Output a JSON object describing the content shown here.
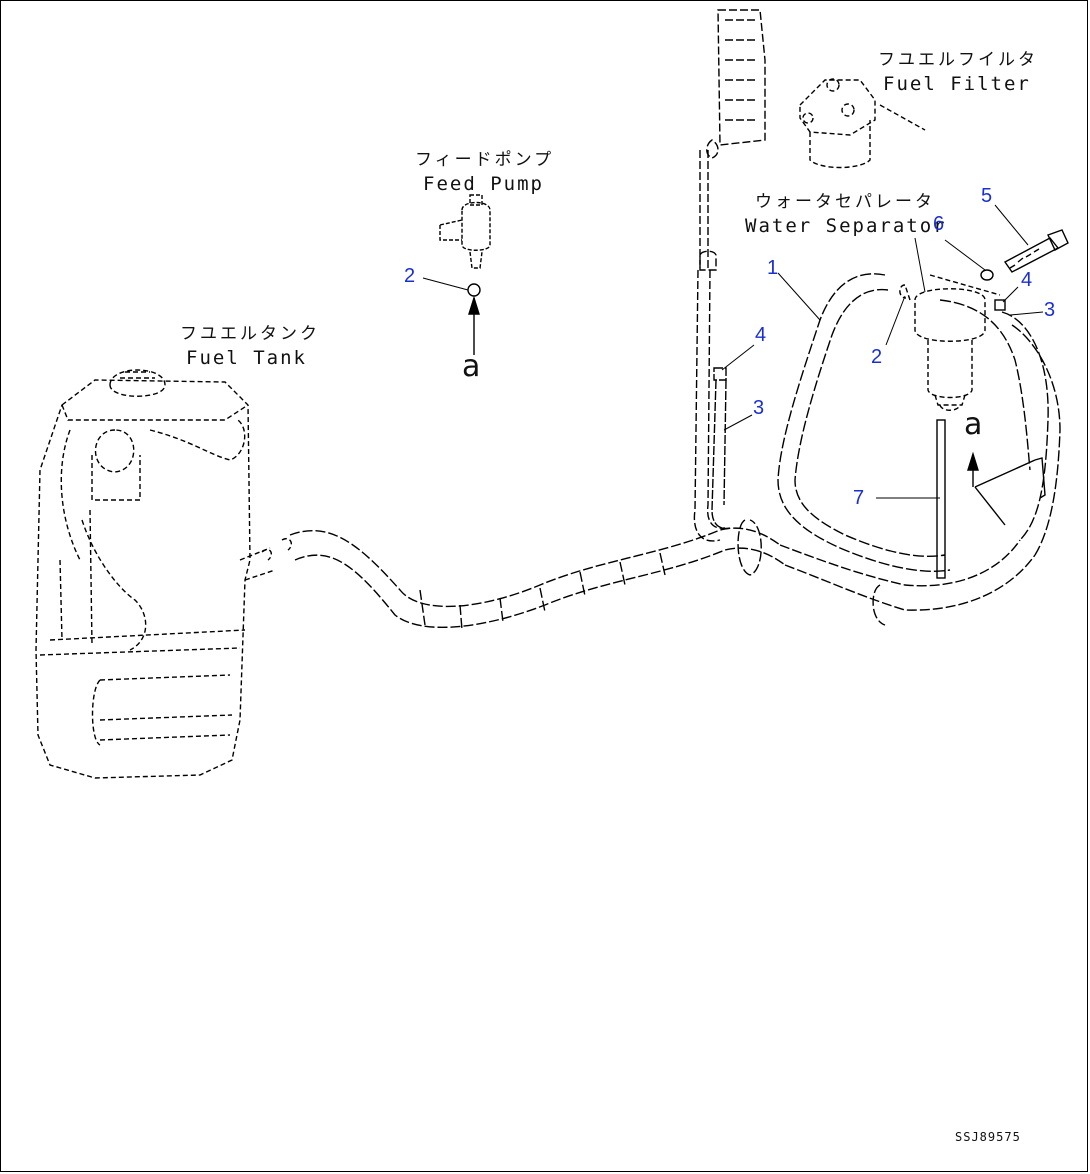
{
  "components": {
    "fuel_filter": {
      "jp": "フユエルフイルタ",
      "en": "Fuel Filter"
    },
    "feed_pump": {
      "jp": "フィードポンプ",
      "en": "Feed Pump"
    },
    "water_separator": {
      "jp": "ウォータセパレータ",
      "en": "Water Separator"
    },
    "fuel_tank": {
      "jp": "フユエルタンク",
      "en": "Fuel Tank"
    }
  },
  "callouts": {
    "c1": "1",
    "c2a": "2",
    "c2b": "2",
    "c3a": "3",
    "c3b": "3",
    "c4a": "4",
    "c4b": "4",
    "c5": "5",
    "c6": "6",
    "c7": "7"
  },
  "view_markers": {
    "a1": "a",
    "a2": "a"
  },
  "drawing_code": "SSJ89575",
  "colors": {
    "line": "#000000",
    "callout": "#1a2fd0",
    "background": "#ffffff"
  }
}
